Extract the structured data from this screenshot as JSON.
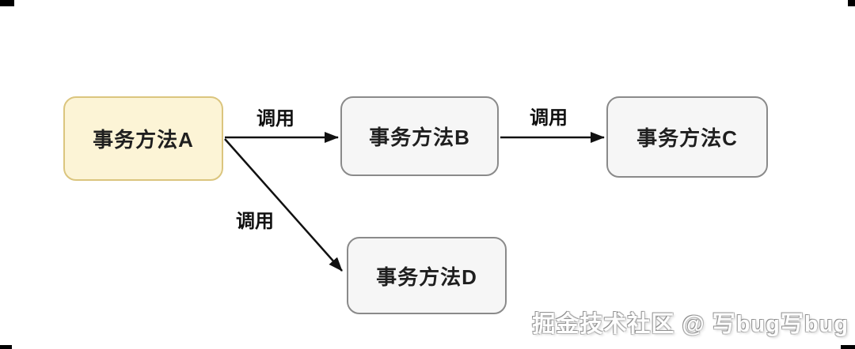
{
  "diagram": {
    "nodes": [
      {
        "id": "A",
        "label": "事务方法A",
        "fill": "#fcf4d6",
        "border": "#dbc57e"
      },
      {
        "id": "B",
        "label": "事务方法B",
        "fill": "#f6f6f6",
        "border": "#8a8a8a"
      },
      {
        "id": "C",
        "label": "事务方法C",
        "fill": "#f6f6f6",
        "border": "#8a8a8a"
      },
      {
        "id": "D",
        "label": "事务方法D",
        "fill": "#f6f6f6",
        "border": "#8a8a8a"
      }
    ],
    "edges": [
      {
        "from": "事务方法A",
        "to": "事务方法B",
        "label": "调用"
      },
      {
        "from": "事务方法B",
        "to": "事务方法C",
        "label": "调用"
      },
      {
        "from": "事务方法A",
        "to": "事务方法D",
        "label": "调用"
      }
    ],
    "watermark": "掘金技术社区 @ 写bug写bug",
    "colors": {
      "background": "#ffffff",
      "arrow": "#111111",
      "node_text": "#1f1f1f",
      "highlight_node_fill": "#fcf4d6",
      "highlight_node_border": "#dbc57e",
      "default_node_fill": "#f6f6f6",
      "default_node_border": "#8a8a8a",
      "corner_mark": "#000000"
    }
  }
}
